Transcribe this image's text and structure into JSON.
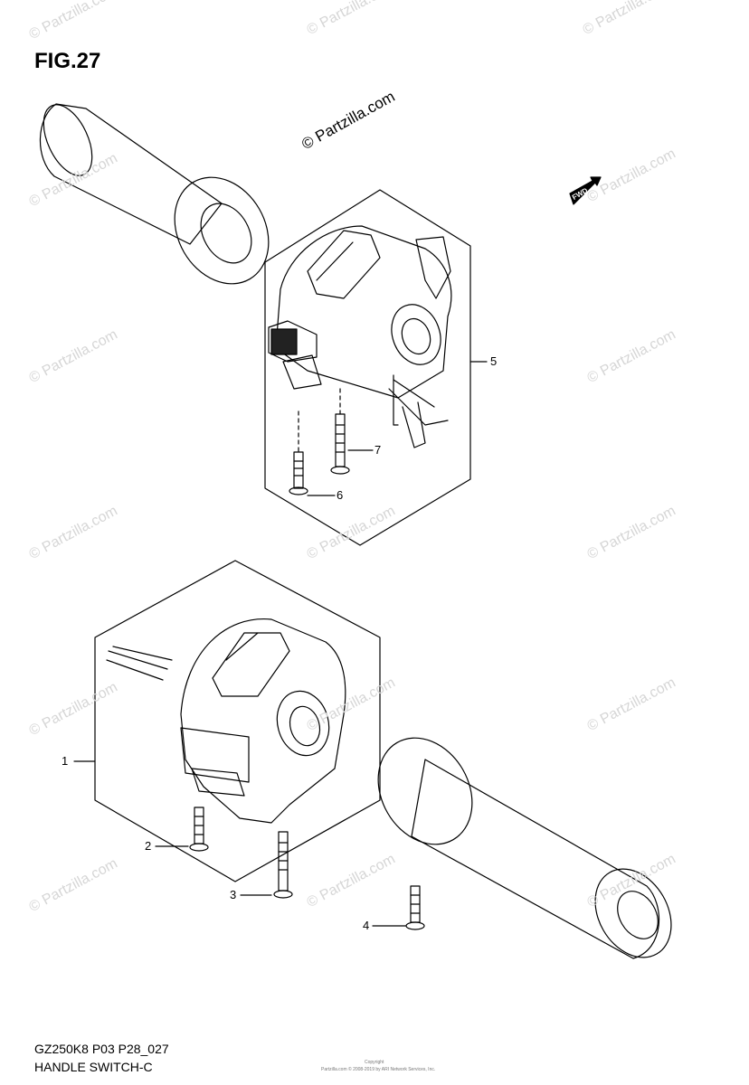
{
  "figure": {
    "title": "FIG.27",
    "credit": "© Partzilla.com",
    "fwd_label": "FWD",
    "model_code": "GZ250K8 P03 P28_027",
    "caption": "HANDLE SWITCH-C",
    "copyright_small": "Copyright",
    "copyright_line": "Partzilla.com © 2008-2019 by ARI Network Services, Inc."
  },
  "callouts": [
    {
      "id": "1",
      "label": "1"
    },
    {
      "id": "2",
      "label": "2"
    },
    {
      "id": "3",
      "label": "3"
    },
    {
      "id": "4",
      "label": "4"
    },
    {
      "id": "5",
      "label": "5"
    },
    {
      "id": "6",
      "label": "6"
    },
    {
      "id": "7",
      "label": "7"
    }
  ],
  "watermark": "© Partzilla.com",
  "colors": {
    "line": "#000000",
    "watermark": "#d6d6d6",
    "background": "#ffffff"
  }
}
